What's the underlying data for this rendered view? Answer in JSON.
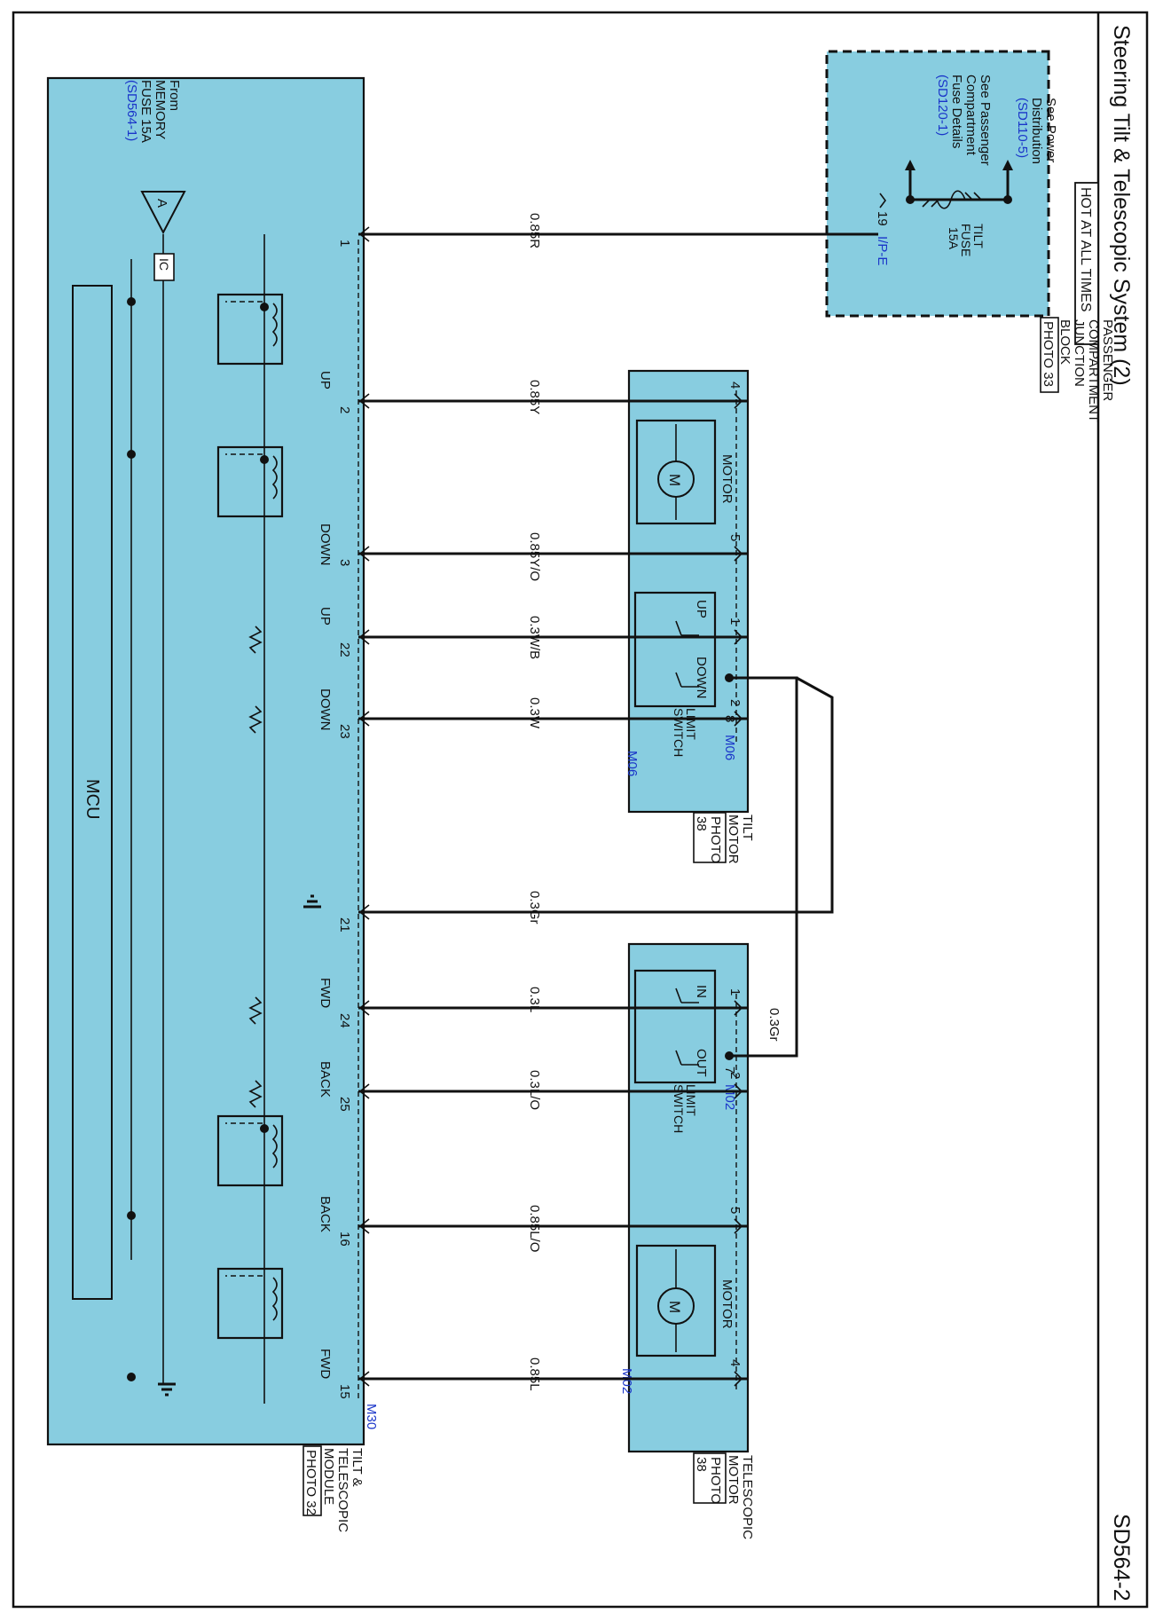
{
  "header": {
    "title": "Steering Tilt & Telescopic System (2)",
    "code": "SD564-2"
  },
  "power": {
    "hot_label": "HOT AT ALL TIMES",
    "junction": {
      "line1": "PASSENGER",
      "line2": "COMPARTMENT",
      "line3": "JUNCTION",
      "line4": "BLOCK",
      "photo": "PHOTO 33"
    },
    "see_power": {
      "line1": "See Power",
      "line2": "Distribution",
      "ref": "(SD110-5)"
    },
    "see_passenger": {
      "line1": "See Passenger",
      "line2": "Compartment",
      "line3": "Fuse Details",
      "ref": "(SD120-1)"
    },
    "fuse": {
      "line1": "TILT",
      "line2": "FUSE",
      "line3": "15A"
    },
    "pin": "19",
    "connector": "I/P-E"
  },
  "memory_fuse": {
    "line1": "From",
    "line2": "MEMORY",
    "line3": "FUSE 15A",
    "ref": "(SD564-1)",
    "connector_letter": "A",
    "ic_label": "IC"
  },
  "module": {
    "line1": "TILT &",
    "line2": "TELESCOPIC",
    "line3": "MODULE",
    "photo": "PHOTO 32",
    "mcu": "MCU",
    "connector": "M30"
  },
  "tilt_motor": {
    "line1": "TILT",
    "line2": "MOTOR",
    "photo_line1": "PHOTO",
    "photo_line2": "38",
    "motor_label": "MOTOR",
    "motor_symbol": "M",
    "limit_switch_line1": "LIMIT",
    "limit_switch_line2": "SWITCH",
    "sw_up": "UP",
    "sw_down": "DOWN",
    "connector": "M06",
    "connector_top": "M06",
    "pin_motor_up": "4",
    "pin_motor_down": "5",
    "pin_sw_up": "1",
    "pin_sw_down": "2",
    "pin_common": "8"
  },
  "tele_motor": {
    "line1": "TELESCOPIC",
    "line2": "MOTOR",
    "photo_line1": "PHOTO",
    "photo_line2": "38",
    "motor_label": "MOTOR",
    "motor_symbol": "M",
    "limit_switch_line1": "LIMIT",
    "limit_switch_line2": "SWITCH",
    "sw_in": "IN",
    "sw_out": "OUT",
    "connector": "M02",
    "connector_top": "M02",
    "pin_sw_in": "1",
    "pin_sw_out": "2",
    "pin_motor_back": "5",
    "pin_motor_fwd": "4",
    "pin_common": "7",
    "common_wire": "0.3Gr"
  },
  "wires": [
    {
      "pin": "1",
      "color": "0.85R",
      "label": ""
    },
    {
      "pin": "2",
      "color": "0.85Y",
      "label": "UP"
    },
    {
      "pin": "3",
      "color": "0.85Y/O",
      "label": "DOWN"
    },
    {
      "pin": "22",
      "color": "0.3W/B",
      "label": "UP"
    },
    {
      "pin": "23",
      "color": "0.3W",
      "label": "DOWN"
    },
    {
      "pin": "21",
      "color": "0.3Gr",
      "label": ""
    },
    {
      "pin": "24",
      "color": "0.3L",
      "label": "FWD"
    },
    {
      "pin": "25",
      "color": "0.3L/O",
      "label": "BACK"
    },
    {
      "pin": "16",
      "color": "0.85L/O",
      "label": "BACK"
    },
    {
      "pin": "15",
      "color": "0.85L",
      "label": "FWD"
    }
  ]
}
